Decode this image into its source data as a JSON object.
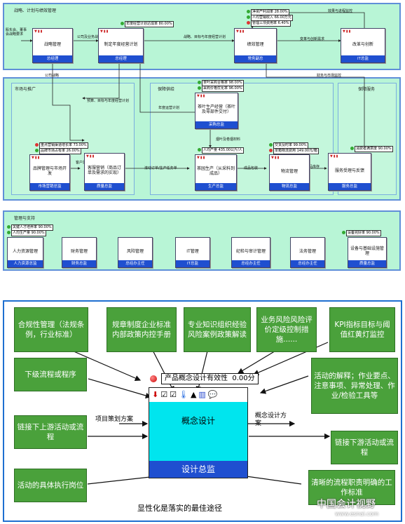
{
  "top": {
    "panels": {
      "strategy": "战略、计划与绩效管理",
      "market": "市场与推广",
      "supply": "保障供给",
      "finance_market": "财务与市场监控",
      "service": "保障服务",
      "support": "管理与支持"
    },
    "boxes": {
      "strategy_mgmt": {
        "name": "战略管理",
        "owner": "总经理"
      },
      "annual_plan": {
        "name": "制定年度经营计划",
        "owner": "总经理"
      },
      "performance": {
        "name": "绩效管理",
        "owner": "常务副总"
      },
      "reform": {
        "name": "改革与创新",
        "owner": "IT总监"
      },
      "brand": {
        "name": "品牌管理与市场开发",
        "owner": "市场营销总监"
      },
      "order_mgmt": {
        "name": "客服营销（商品订单及需求的实现）",
        "owner": "质量总监"
      },
      "purchase": {
        "name": "茶叶生产经营（茶叶及零部件交付）",
        "owner": "采购总监"
      },
      "production": {
        "name": "茶园生产（从采料到成品）",
        "owner": "生产总监"
      },
      "logistics": {
        "name": "物流管理",
        "owner": "物流总监"
      },
      "service_fb": {
        "name": "服务受理与反馈",
        "owner": "服务总监"
      },
      "hr": {
        "name": "人力资源管理",
        "owner": "人力资源总监"
      },
      "fin": {
        "name": "财务管理",
        "owner": "财务总监"
      },
      "risk": {
        "name": "风险管理",
        "owner": "总经办主任"
      },
      "it": {
        "name": "IT管理",
        "owner": "IT总监"
      },
      "audit": {
        "name": "纪检与审计管理",
        "owner": "总经办主任"
      },
      "legal": {
        "name": "法务管理",
        "owner": "总经办主任"
      },
      "equip": {
        "name": "设备与基础设施管理",
        "owner": "质量总监"
      }
    },
    "kpis": {
      "k1": {
        "name": "年度经营计划达成率",
        "value": "80.00%"
      },
      "k2": {
        "name": "净资产利润率",
        "value": "28.00%"
      },
      "k3": {
        "name": "人均营销收入",
        "value": "66.00万元"
      },
      "k4": {
        "name": "管理三项费用率",
        "value": "6.40%"
      },
      "k5": {
        "name": "重点营销渠道增长率",
        "value": "73.00%"
      },
      "k6": {
        "name": "品牌市场占有率",
        "value": "26.00%"
      },
      "k7": {
        "name": "茶叶采购合格率",
        "value": "98.00%"
      },
      "k8": {
        "name": "采购价格优化率",
        "value": "96.00%"
      },
      "k9": {
        "name": "人均产量",
        "value": "435.00公斤/人"
      },
      "k10": {
        "name": "交货及时率",
        "value": "99.00%"
      },
      "k11": {
        "name": "单箱物流费用",
        "value": "149.00元/箱"
      },
      "k12": {
        "name": "消费者满意度",
        "value": "90.00%"
      },
      "k13": {
        "name": "关键人才培养率",
        "value": "90.00%"
      },
      "k14": {
        "name": "人均生产量",
        "value": "90.00%"
      },
      "k15": {
        "name": "设备完好率",
        "value": "90.00%"
      }
    },
    "labels": {
      "src": "股东会、董事会战略要求",
      "l1": "公司及业务战略",
      "l2": "战略、目标与年度经营计划",
      "l3": "年度运营计划",
      "l4": "变革与创新需求",
      "l5": "效果与进程监控",
      "l6": "公司战略",
      "l7": "预算、目标与年度经营计划",
      "l8": "客户需求",
      "l9": "滚动订单/生产任务单",
      "l10": "成品包装",
      "l11": "成品库存",
      "l12": "烟叶及卷烟材料",
      "l13": "财务与市场监控"
    }
  },
  "bottom": {
    "boxes": {
      "compliance": "合规性管理（法规条例，行业标准）",
      "rules": "规章制度企业标准内部政策内控手册",
      "knowledge": "专业知识组织经验风险案例政策解读",
      "biz_risk": "业务风险风险评价定级控制措施......",
      "kpi": "KPI指标目标与阈值红黄灯监控",
      "subflow": "下级流程或程序",
      "explain": "活动的解释；作业要点、注意事项、异常处理、作业/检验工具等",
      "upstream": "链接下上游活动或流程",
      "downstream": "链接下游活动或流程",
      "post": "活动的具体执行岗位",
      "clear": "清晰的流程职责明确的工作标准"
    },
    "activity": {
      "name": "概念设计",
      "owner": "设计总监",
      "kpi_name": "产品概念设计有效性",
      "kpi_value": "0.00分"
    },
    "input_label": "项目策划方案",
    "output_label": "概念设计方案",
    "caption": "显性化是落实的最佳途径",
    "watermark": "中国会计视野",
    "watermark_url": "www.esnai.com",
    "colors": {
      "green_box": "#4aa13b",
      "activity_fill": "#00e5ee",
      "owner_bar": "#1f4fd0",
      "panel_border": "#5f8fd8"
    }
  }
}
